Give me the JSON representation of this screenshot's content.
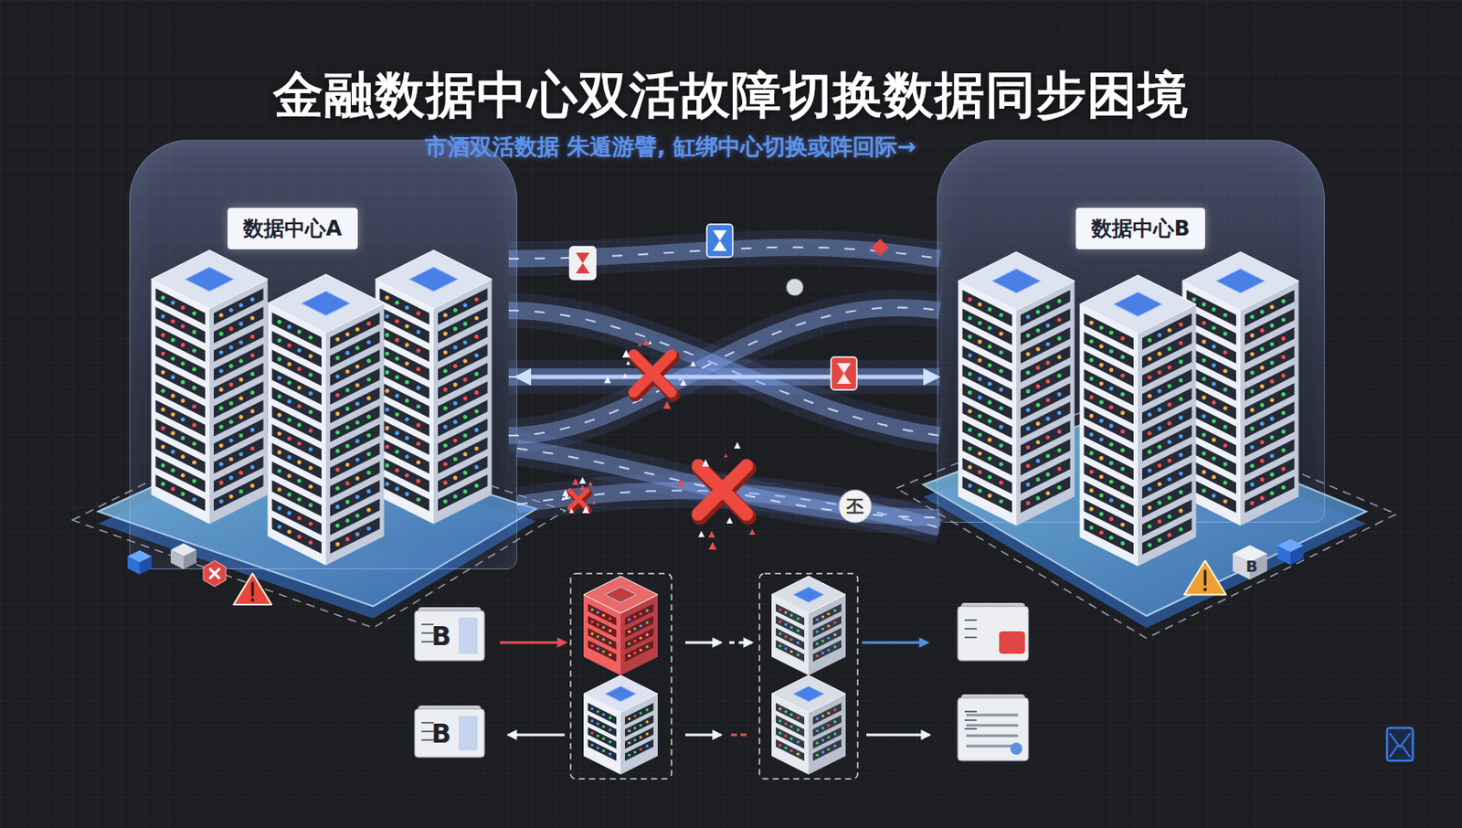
{
  "diagram": {
    "title": "金融数据中心双活故障切换数据同步困境",
    "nodes": [
      {
        "text": [
          "数据中心A"
        ]
      },
      {
        "text": [
          "数据中心B"
        ]
      }
    ],
    "edges": [
      {
        "from": 0,
        "to": 1,
        "arrow": "both"
      }
    ],
    "labels": [
      "市酒双活数据 朱遁游譬, 缸绑中心切换或阵回际→",
      "丕",
      "B",
      "B",
      "B"
    ]
  }
}
